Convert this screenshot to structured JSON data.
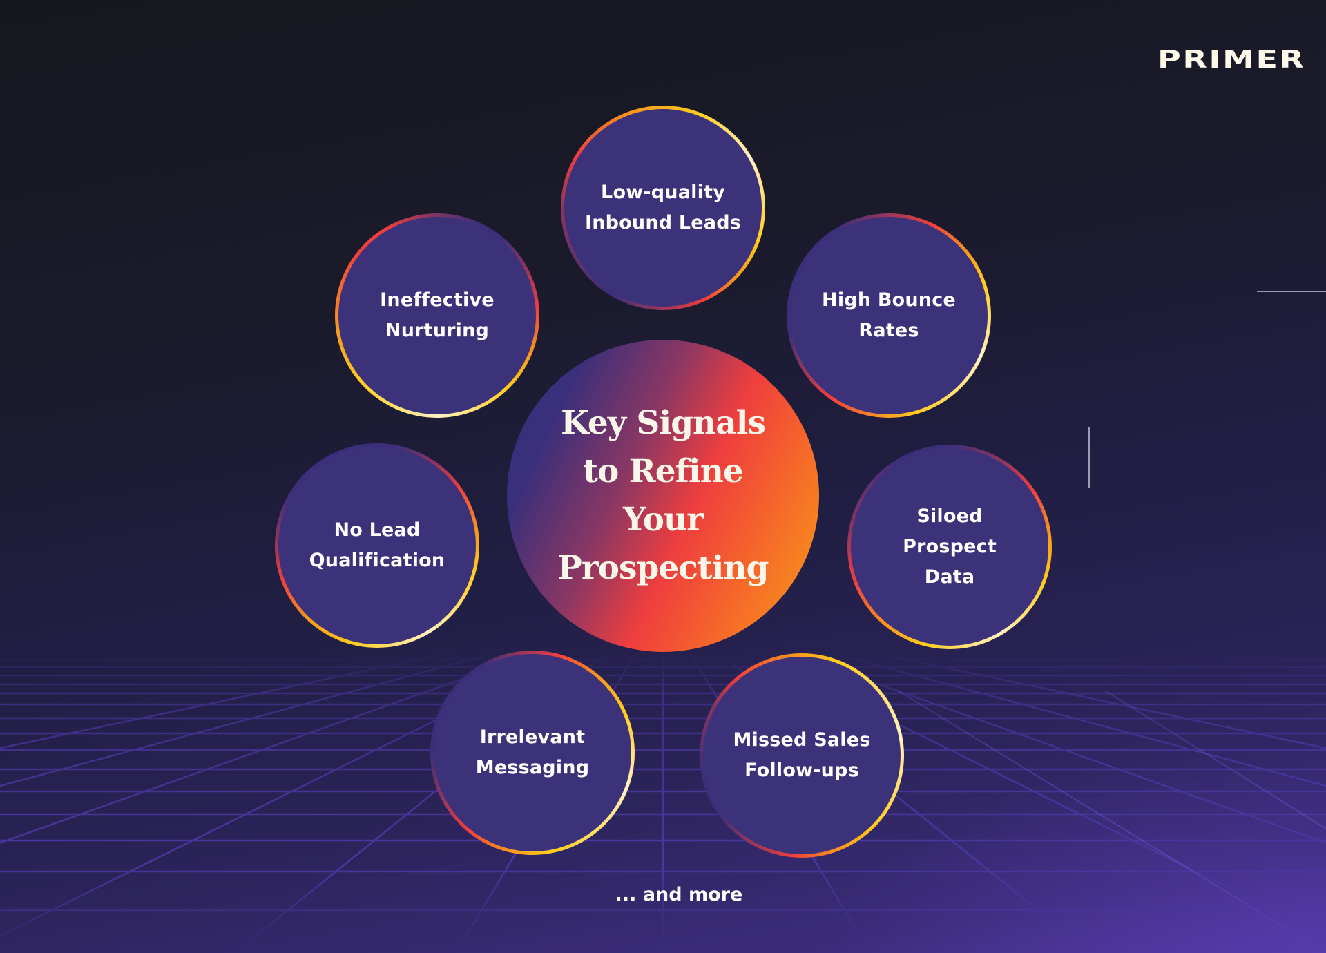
{
  "brand": {
    "logo_text": "PRIMER",
    "logo_color": "#fdf8ea"
  },
  "center": {
    "title_lines": [
      "Key Signals",
      "to Refine Your",
      "Prospecting"
    ],
    "gradient": [
      "#3b2f7a",
      "#ef3e3e",
      "#f9a116"
    ]
  },
  "signals": [
    {
      "id": "low-quality-inbound-leads",
      "lines": [
        "Low-quality",
        "Inbound Leads"
      ]
    },
    {
      "id": "high-bounce-rates",
      "lines": [
        "High Bounce",
        "Rates"
      ]
    },
    {
      "id": "siloed-prospect-data",
      "lines": [
        "Siloed Prospect",
        "Data"
      ]
    },
    {
      "id": "missed-sales-follow-ups",
      "lines": [
        "Missed Sales",
        "Follow-ups"
      ]
    },
    {
      "id": "irrelevant-messaging",
      "lines": [
        "Irrelevant",
        "Messaging"
      ]
    },
    {
      "id": "no-lead-qualification",
      "lines": [
        "No Lead",
        "Qualification"
      ]
    },
    {
      "id": "ineffective-nurturing",
      "lines": [
        "Ineffective",
        "Nurturing"
      ]
    }
  ],
  "footer": {
    "more_text": "... and more"
  },
  "colors": {
    "node_fill": "#3c3279",
    "ring_purple": "#3b2f7a",
    "ring_red": "#ef3e3e",
    "ring_orange": "#f7931e",
    "ring_yellow": "#ffcc1a",
    "ring_cream": "#fff1c2",
    "grid_wall": "#3a4d8a",
    "grid_floor": "#5a44b8"
  }
}
